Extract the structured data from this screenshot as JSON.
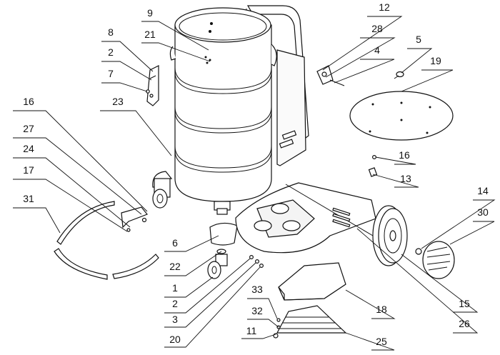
{
  "callouts": [
    {
      "id": "c9",
      "label": "9"
    },
    {
      "id": "c21",
      "label": "21"
    },
    {
      "id": "c8",
      "label": "8"
    },
    {
      "id": "c2a",
      "label": "2"
    },
    {
      "id": "c7",
      "label": "7"
    },
    {
      "id": "c23",
      "label": "23"
    },
    {
      "id": "c16a",
      "label": "16"
    },
    {
      "id": "c27",
      "label": "27"
    },
    {
      "id": "c24",
      "label": "24"
    },
    {
      "id": "c17",
      "label": "17"
    },
    {
      "id": "c31",
      "label": "31"
    },
    {
      "id": "c12",
      "label": "12"
    },
    {
      "id": "c28",
      "label": "28"
    },
    {
      "id": "c4",
      "label": "4"
    },
    {
      "id": "c5",
      "label": "5"
    },
    {
      "id": "c19",
      "label": "19"
    },
    {
      "id": "c16b",
      "label": "16"
    },
    {
      "id": "c13",
      "label": "13"
    },
    {
      "id": "c14",
      "label": "14"
    },
    {
      "id": "c30",
      "label": "30"
    },
    {
      "id": "c6",
      "label": "6"
    },
    {
      "id": "c22",
      "label": "22"
    },
    {
      "id": "c1",
      "label": "1"
    },
    {
      "id": "c2b",
      "label": "2"
    },
    {
      "id": "c3",
      "label": "3"
    },
    {
      "id": "c20",
      "label": "20"
    },
    {
      "id": "c33",
      "label": "33"
    },
    {
      "id": "c32",
      "label": "32"
    },
    {
      "id": "c11",
      "label": "11"
    },
    {
      "id": "c18",
      "label": "18"
    },
    {
      "id": "c15",
      "label": "15"
    },
    {
      "id": "c26",
      "label": "26"
    },
    {
      "id": "c25",
      "label": "25"
    }
  ]
}
